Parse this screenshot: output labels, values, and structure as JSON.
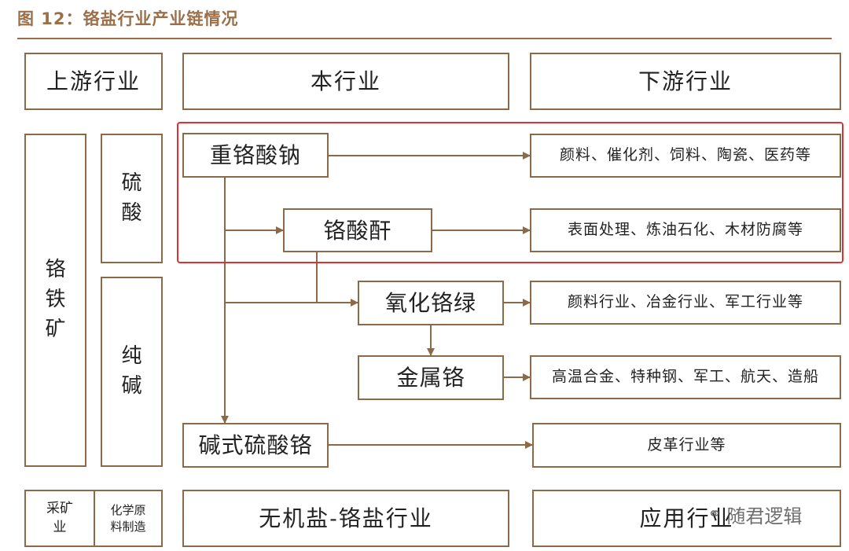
{
  "title": "图 12：铬盐行业产业链情况",
  "headers": {
    "upstream": "上游行业",
    "industry": "本行业",
    "downstream": "下游行业"
  },
  "left_column": {
    "ore": [
      "铬",
      "铁",
      "矿"
    ],
    "sulfuric_acid": [
      "硫",
      "酸"
    ],
    "soda": [
      "纯",
      "碱"
    ]
  },
  "products": {
    "sodium_dichromate": "重铬酸钠",
    "chromic_anhydride": "铬酸酐",
    "chrome_oxide_green": "氧化铬绿",
    "metal_chromium": "金属铬",
    "basic_chromium_sulfate": "碱式硫酸铬"
  },
  "applications": {
    "sodium_dichromate": "颜料、催化剂、饲料、陶瓷、医药等",
    "chromic_anhydride": "表面处理、炼油石化、木材防腐等",
    "chrome_oxide_green": "颜料行业、冶金行业、军工行业等",
    "metal_chromium": "高温合金、特种钢、军工、航天、造船",
    "basic_chromium_sulfate": "皮革行业等"
  },
  "footer": {
    "mining": [
      "采矿",
      "业"
    ],
    "chem_raw": [
      "化学原",
      "料制造"
    ],
    "industry": "无机盐-铬盐行业",
    "downstream": "应用行业"
  },
  "watermark": "随君逻辑",
  "colors": {
    "box_border": "#8c6a48",
    "title": "#9a6f4a",
    "highlight": "#e03030"
  }
}
